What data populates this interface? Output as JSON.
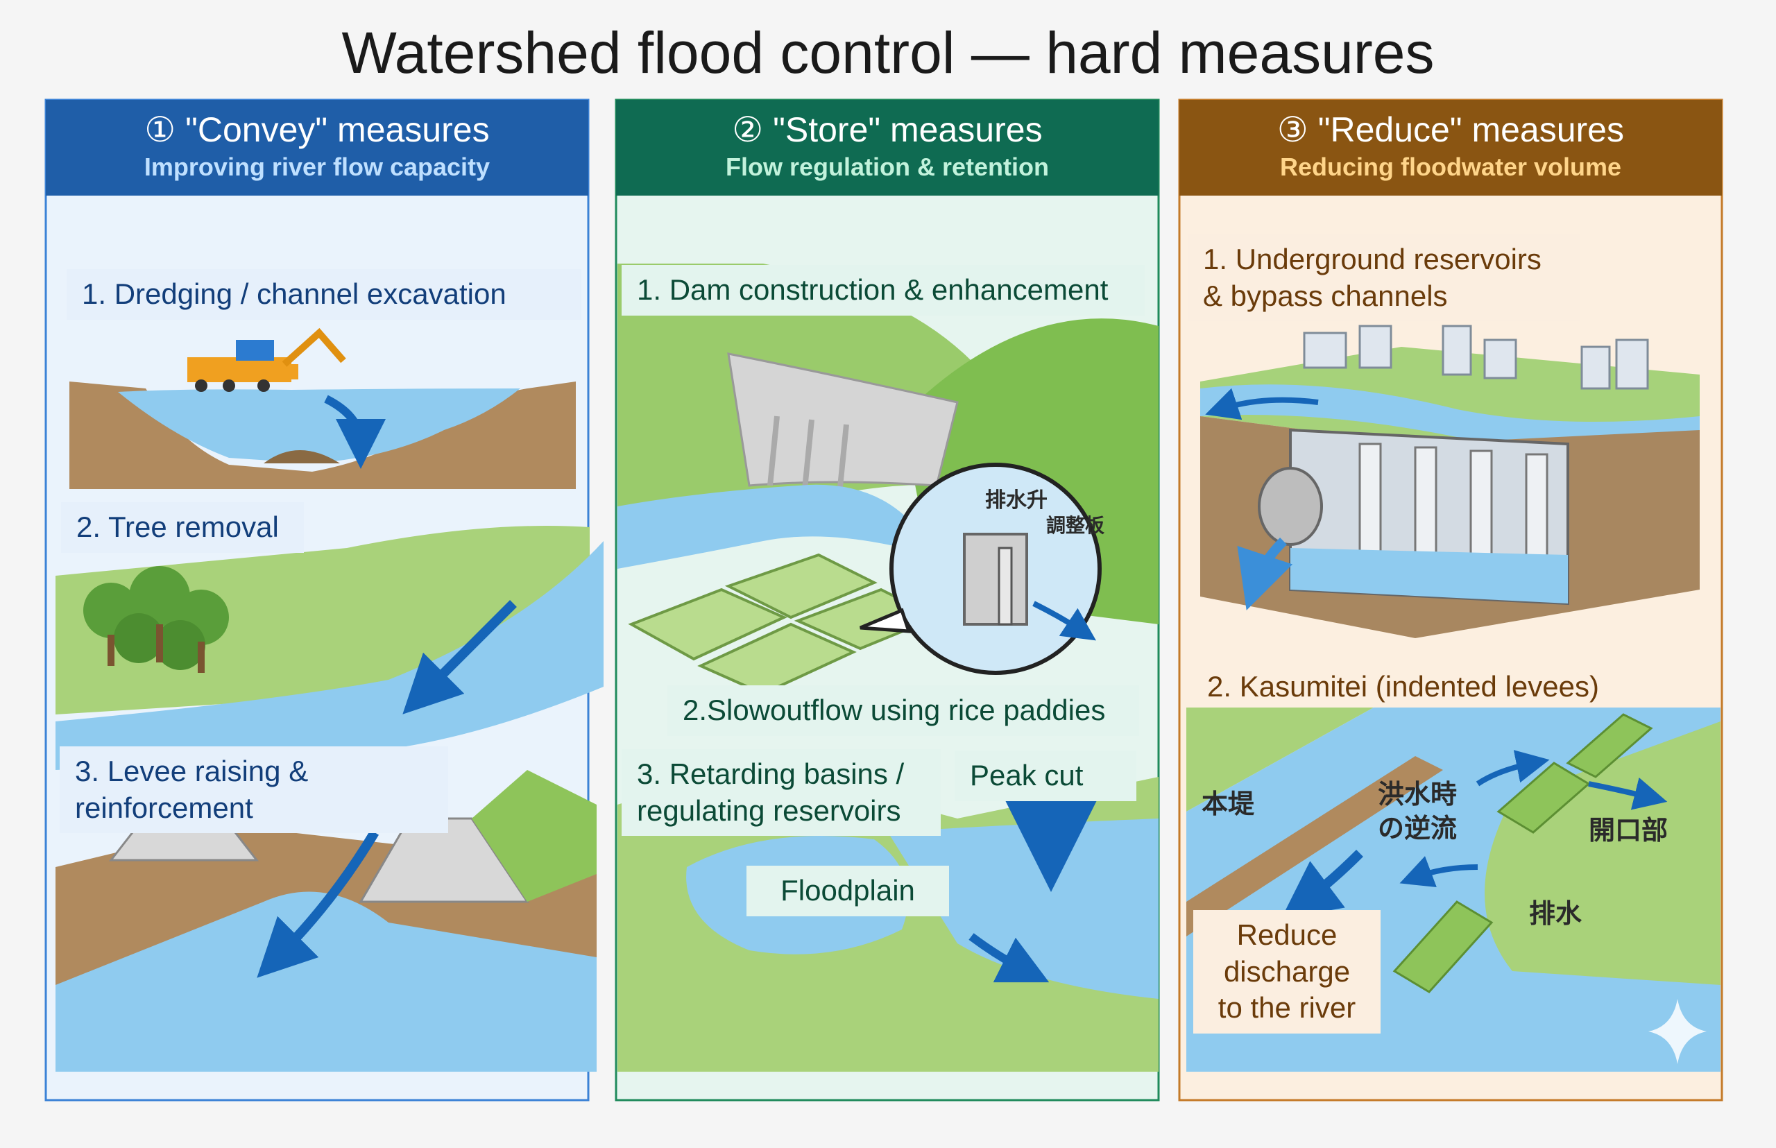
{
  "title": "Watershed flood control — hard measures",
  "colors": {
    "convey_header": "#1f5ea8",
    "store_header": "#0f6b52",
    "reduce_header": "#8a5512",
    "water": "#7fbfe8",
    "grass": "#9fcf6a",
    "soil": "#a88760"
  },
  "panels": {
    "convey": {
      "heading": "① \"Convey\" measures",
      "subheading": "Improving river flow capacity",
      "items": [
        "1. Dredging / channel excavation",
        "2. Tree removal",
        "3. Levee raising & reinforcement"
      ]
    },
    "store": {
      "heading": "② \"Store\" measures",
      "subheading": "Flow regulation & retention",
      "items": [
        "1. Dam construction & enhancement",
        "2.Slowoutflow using rice paddies",
        "3. Retarding basins / regulating reservoirs"
      ],
      "floodplain": "Floodplain",
      "peak_cut": "Peak cut",
      "callout": {
        "drain_box": "排水升",
        "adjust_plate": "調整板"
      }
    },
    "reduce": {
      "heading": "③ \"Reduce\" measures",
      "subheading": "Reducing floodwater volume",
      "items": [
        "1. Underground reservoirs & bypass channels",
        "2. Kasumitei (indented levees)"
      ],
      "reduce_note": "Reduce discharge to the river",
      "kasumitei_labels": {
        "main_levee": "本堤",
        "backflow": "洪水時の逆流",
        "opening": "開口部",
        "drainage": "排水"
      }
    }
  }
}
